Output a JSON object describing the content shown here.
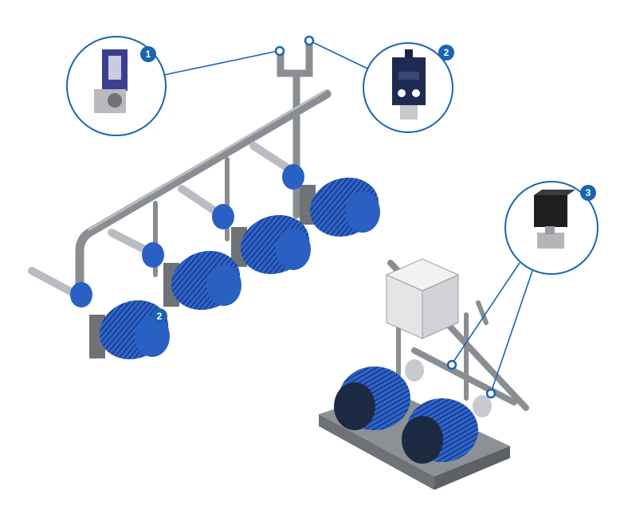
{
  "callouts": [
    {
      "badge": "1",
      "device": "pressure-switch"
    },
    {
      "badge": "2",
      "device": "electronic-pressure-sensor"
    },
    {
      "badge": "3",
      "device": "solenoid-valve"
    }
  ],
  "pump_badge": "2",
  "colors": {
    "accent": "#1a64b0",
    "motor": "#2a5fc4",
    "pipe": "#8a8d91",
    "base": "#8d9095",
    "box": "#e4e5e7"
  }
}
